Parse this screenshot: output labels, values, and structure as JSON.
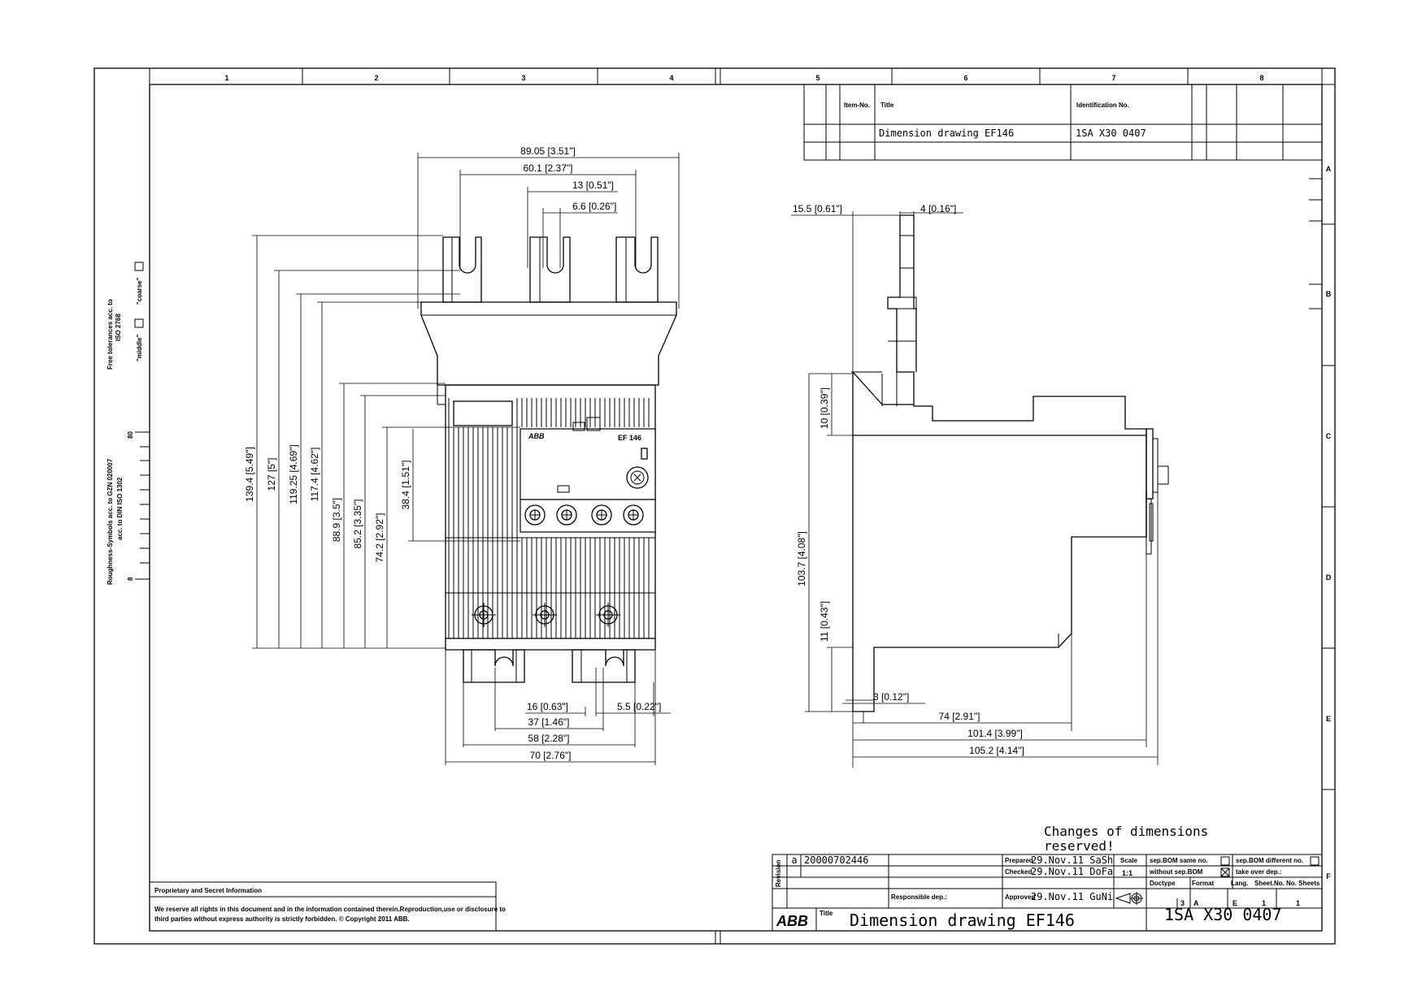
{
  "border": {
    "col_numbers": [
      "1",
      "2",
      "3",
      "4",
      "5",
      "6",
      "7",
      "8"
    ],
    "row_letters": [
      "A",
      "B",
      "C",
      "D",
      "E",
      "F"
    ]
  },
  "parts_list": {
    "hdr_item": "Item-No.",
    "hdr_title": "Title",
    "hdr_ident": "Identification No.",
    "row_title": "Dimension drawing EF146",
    "row_ident": "1SA X30 0407"
  },
  "left_margin": {
    "free_tol": "Free tolerances acc. to",
    "iso": "ISO 2768",
    "coarse": "\"coarse\"",
    "middle": "\"middle\"",
    "rough1": "Roughness-Symbols acc. to GZN 020007",
    "rough2": "acc. to DIN ISO 1302",
    "mark_80": "80",
    "mark_8": "8"
  },
  "front_view": {
    "brand": "ABB",
    "model": "EF 146",
    "dims": {
      "w_total": "89.05 [3.51\"]",
      "w_pitch2": "60.1 [2.37\"]",
      "w_13": "13 [0.51\"]",
      "w_66": "6.6 [0.26\"]",
      "h_1394": "139.4 [5.49\"]",
      "h_127": "127 [5\"]",
      "h_11925": "119.25 [4.69\"]",
      "h_1174": "117.4 [4.62\"]",
      "h_889": "88.9 [3.5\"]",
      "h_852": "85.2 [3.35\"]",
      "h_742": "74.2 [2.92\"]",
      "h_384": "38.4 [1.51\"]",
      "b_16": "16 [0.63\"]",
      "b_55": "5.5 [0.22\"]",
      "b_37": "37 [1.46\"]",
      "b_58": "58 [2.28\"]",
      "b_70": "70 [2.76\"]"
    }
  },
  "side_view": {
    "dims": {
      "s_155": "15.5 [0.61\"]",
      "s_4": "4 [0.16\"]",
      "s_10": "10 [0.39\"]",
      "s_1037": "103.7 [4.08\"]",
      "s_11": "11 [0.43\"]",
      "s_3": "3 [0.12\"]",
      "s_74": "74 [2.91\"]",
      "s_1014": "101.4 [3.99\"]",
      "s_1052": "105.2 [4.14\"]"
    }
  },
  "notes": {
    "changes_1": "Changes of dimensions",
    "changes_2": "reserved!"
  },
  "proprietary": {
    "heading": "Proprietary and Secret Information",
    "line1": "We reserve all rights in this document and in the information contained therein.Reproduction,use or disclosure to",
    "line2": "third parties without express authority is strictly forbidden.  © Copyright 2011 ABB."
  },
  "title_block": {
    "rev": "a",
    "rev_no": "20000702446",
    "revisions_label": "Revision",
    "prepared_label": "Prepared",
    "prepared": "29.Nov.11  SaSh",
    "checked_label": "Checked",
    "checked": "29.Nov.11  DoFa",
    "approved_label": "Approved",
    "approved": "29.Nov.11  GuNi",
    "resp_label": "Responsible dep.:",
    "scale_label": "Scale",
    "scale": "1:1",
    "sep_bom_same": "sep.BOM same no.",
    "sep_bom_diff": "sep.BOM different no.",
    "without_bom": "without sep.BOM",
    "take_over": "take over dep.:",
    "doc_type": "Doctype",
    "format_label": "Format",
    "format": "A",
    "format_num": "3",
    "lang_label": "Lang.",
    "lang": "E",
    "sheet_label": "Sheet.No.",
    "sheet": "1",
    "nsheets_label": "No. Sheets",
    "nsheets": "1",
    "logo": "ABB",
    "title_label": "Title",
    "title": "Dimension  drawing  EF146",
    "doc_no": "1SA  X30  0407"
  }
}
